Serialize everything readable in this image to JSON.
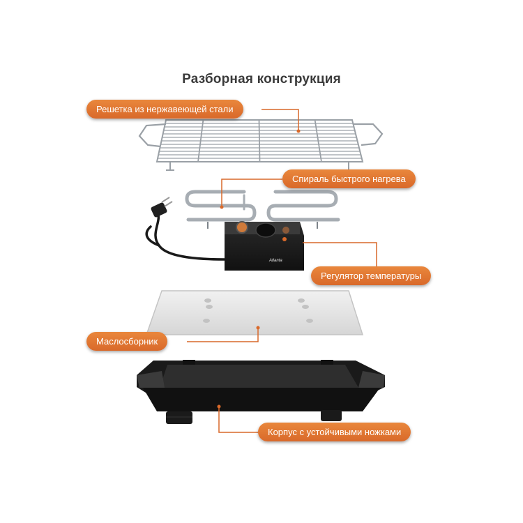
{
  "title": "Разборная конструкция",
  "brand": "Atlanta",
  "callouts": [
    {
      "id": "grill",
      "text": "Решетка  из нержавеющей стали"
    },
    {
      "id": "spiral",
      "text": "Спираль быстрого нагрева"
    },
    {
      "id": "thermostat",
      "text": "Регулятор температуры"
    },
    {
      "id": "tray",
      "text": "Маслосборник"
    },
    {
      "id": "body",
      "text": "Корпус с устойчивыми ножками"
    }
  ],
  "colors": {
    "callout": "#e07a35",
    "leader": "#d9692a",
    "metal": "#9aa0a6",
    "plastic": "#1e1e1e"
  }
}
